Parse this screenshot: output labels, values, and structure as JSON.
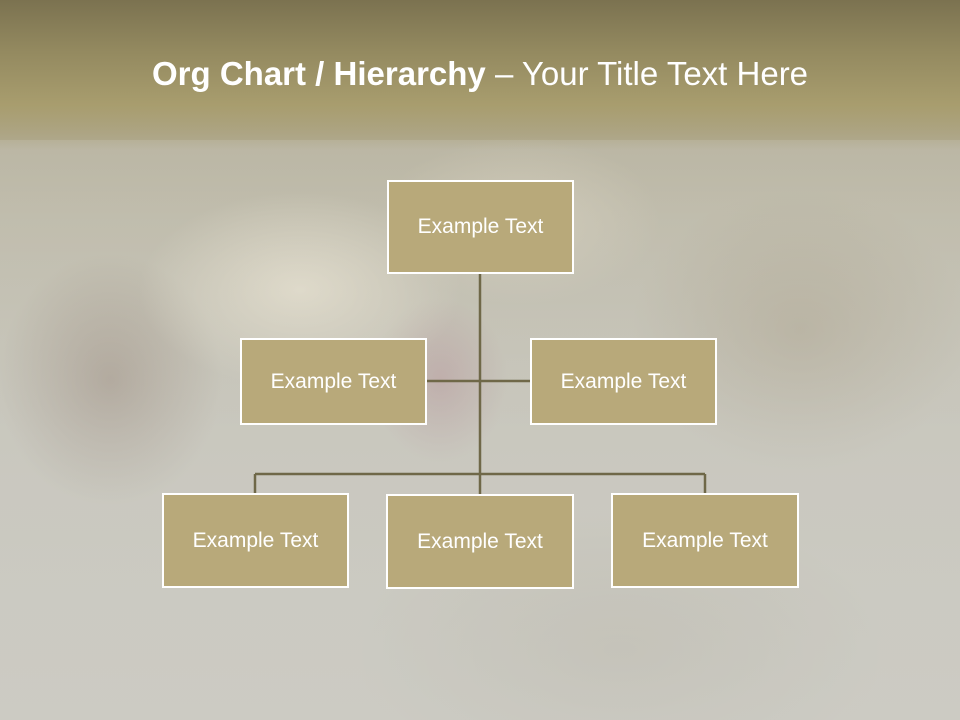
{
  "slide": {
    "title_bold": "Org Chart / Hierarchy",
    "title_separator": " – ",
    "title_rest": "Your Title Text Here"
  },
  "org_chart": {
    "root": {
      "label": "Example Text"
    },
    "assistants": [
      {
        "label": "Example Text"
      },
      {
        "label": "Example Text"
      }
    ],
    "children": [
      {
        "label": "Example Text"
      },
      {
        "label": "Example Text"
      },
      {
        "label": "Example Text"
      }
    ]
  },
  "colors": {
    "node_fill": "#b8a97a",
    "node_border": "#ffffff",
    "connector": "#6f6848",
    "header_band": "#948a60",
    "title_text": "#ffffff"
  }
}
